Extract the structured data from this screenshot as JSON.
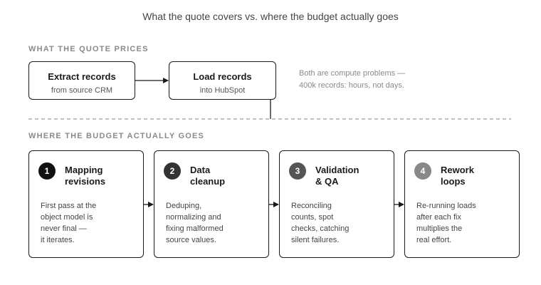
{
  "page_title": "What the quote covers vs. where the budget actually goes",
  "quote_section": {
    "label": "WHAT THE QUOTE PRICES",
    "steps": [
      {
        "title": "Extract records",
        "subtitle": "from source CRM"
      },
      {
        "title": "Load records",
        "subtitle": "into HubSpot"
      }
    ],
    "note": "Both are compute problems —\n400k records: hours, not days."
  },
  "budget_section": {
    "label": "WHERE THE BUDGET ACTUALLY GOES",
    "steps": [
      {
        "number": "1",
        "title": "Mapping\nrevisions",
        "body": "First pass at the\nobject model is\nnever final —\nit iterates.",
        "color": "#111111"
      },
      {
        "number": "2",
        "title": "Data\ncleanup",
        "body": "Deduping,\nnormalizing and\nfixing malformed\nsource values.",
        "color": "#333333"
      },
      {
        "number": "3",
        "title": "Validation\n& QA",
        "body": "Reconciling\ncounts, spot\nchecks, catching\nsilent failures.",
        "color": "#555555"
      },
      {
        "number": "4",
        "title": "Rework\nloops",
        "body": "Re-running loads\nafter each fix\nmultiplies the\nreal effort.",
        "color": "#888888"
      }
    ]
  },
  "colors": {
    "line": "#1a1a1a",
    "divider": "#9a9a9a",
    "muted": "#8a8a8a"
  }
}
